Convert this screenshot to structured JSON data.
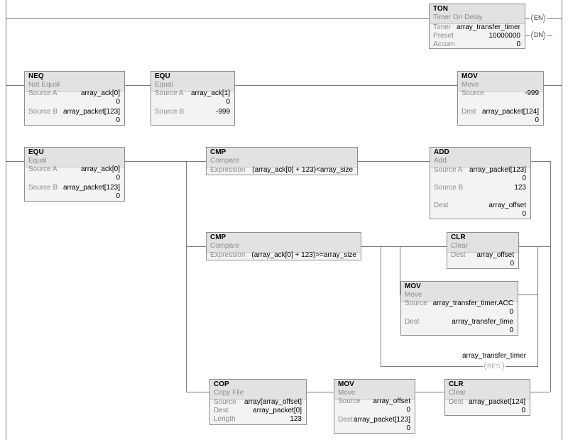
{
  "ton": {
    "mnemonic": "TON",
    "desc": "Timer On Delay",
    "timer_label": "Timer",
    "timer": "array_transfer_timer",
    "preset_label": "Preset",
    "preset": "10000000",
    "accum_label": "Accum",
    "accum": "0",
    "coil_en": "EN",
    "coil_dn": "DN"
  },
  "neq": {
    "mnemonic": "NEQ",
    "desc": "Not Equal",
    "a_label": "Source A",
    "a_tag": "array_ack[0]",
    "a_val": "0",
    "b_label": "Source B",
    "b_tag": "array_packet[123]",
    "b_val": "0"
  },
  "equ1": {
    "mnemonic": "EQU",
    "desc": "Equal",
    "a_label": "Source A",
    "a_tag": "array_ack[1]",
    "a_val": "0",
    "b_label": "Source B",
    "b_tag": "-999"
  },
  "mov1": {
    "mnemonic": "MOV",
    "desc": "Move",
    "src_label": "Source",
    "src": "-999",
    "dest_label": "Dest",
    "dest": "array_packet[124]",
    "dest_val": "0"
  },
  "equ2": {
    "mnemonic": "EQU",
    "desc": "Equal",
    "a_label": "Source A",
    "a_tag": "array_ack[0]",
    "a_val": "0",
    "b_label": "Source B",
    "b_tag": "array_packet[123]",
    "b_val": "0"
  },
  "cmp1": {
    "mnemonic": "CMP",
    "desc": "Compare",
    "expr_label": "Expression",
    "expr": "(array_ack[0] + 123)<array_size"
  },
  "add": {
    "mnemonic": "ADD",
    "desc": "Add",
    "a_label": "Source A",
    "a_tag": "array_packet[123]",
    "a_val": "0",
    "b_label": "Source B",
    "b_val": "123",
    "dest_label": "Dest",
    "dest": "array_offset",
    "dest_val": "0"
  },
  "cmp2": {
    "mnemonic": "CMP",
    "desc": "Compare",
    "expr_label": "Expression",
    "expr": "(array_ack[0] + 123)>=array_size"
  },
  "clr1": {
    "mnemonic": "CLR",
    "desc": "Clear",
    "dest_label": "Dest",
    "dest": "array_offset",
    "dest_val": "0"
  },
  "mov2": {
    "mnemonic": "MOV",
    "desc": "Move",
    "src_label": "Source",
    "src": "array_transfer_timer.ACC",
    "src_val": "0",
    "dest_label": "Dest",
    "dest": "array_transfer_time",
    "dest_val": "0"
  },
  "res": {
    "tag": "array_transfer_timer",
    "coil": "RES"
  },
  "cop": {
    "mnemonic": "COP",
    "desc": "Copy File",
    "src_label": "Source",
    "src": "array[array_offset]",
    "dest_label": "Dest",
    "dest": "array_packet[0]",
    "len_label": "Length",
    "len": "123"
  },
  "mov3": {
    "mnemonic": "MOV",
    "desc": "Move",
    "src_label": "Source",
    "src": "array_offset",
    "src_val": "0",
    "dest_label": "Dest",
    "dest": "array_packet[123]",
    "dest_val": "0"
  },
  "clr2": {
    "mnemonic": "CLR",
    "desc": "Clear",
    "dest_label": "Dest",
    "dest": "array_packet[124]",
    "dest_val": "0"
  },
  "colors": {
    "wire": "#7a7a7a",
    "block_bg": "#f3f3f3",
    "block_border": "#8e8e8e",
    "label": "#8a8a8a"
  }
}
